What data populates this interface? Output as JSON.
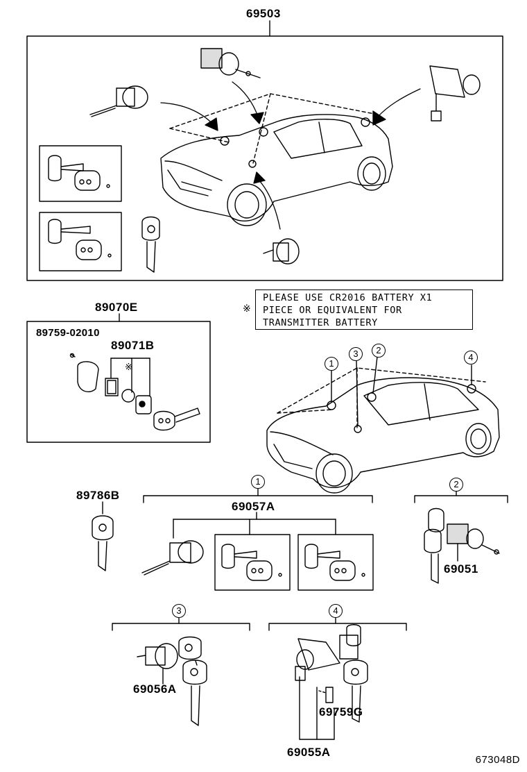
{
  "parts": {
    "p69503": "69503",
    "p89070E": "89070E",
    "p89759": "89759-02010",
    "p89071B": "89071B",
    "p89786B": "89786B",
    "p69057A": "69057A",
    "p69051": "69051",
    "p69056A": "69056A",
    "p69759G": "69759G",
    "p69055A": "69055A"
  },
  "note": {
    "mark": "※",
    "line1": "PLEASE USE CR2016 BATTERY X1",
    "line2": "PIECE OR EQUIVALENT FOR",
    "line3": "TRANSMITTER BATTERY"
  },
  "callouts": {
    "c1": "1",
    "c2": "2",
    "c3": "3",
    "c4": "4"
  },
  "diagram_ref": "673048D"
}
